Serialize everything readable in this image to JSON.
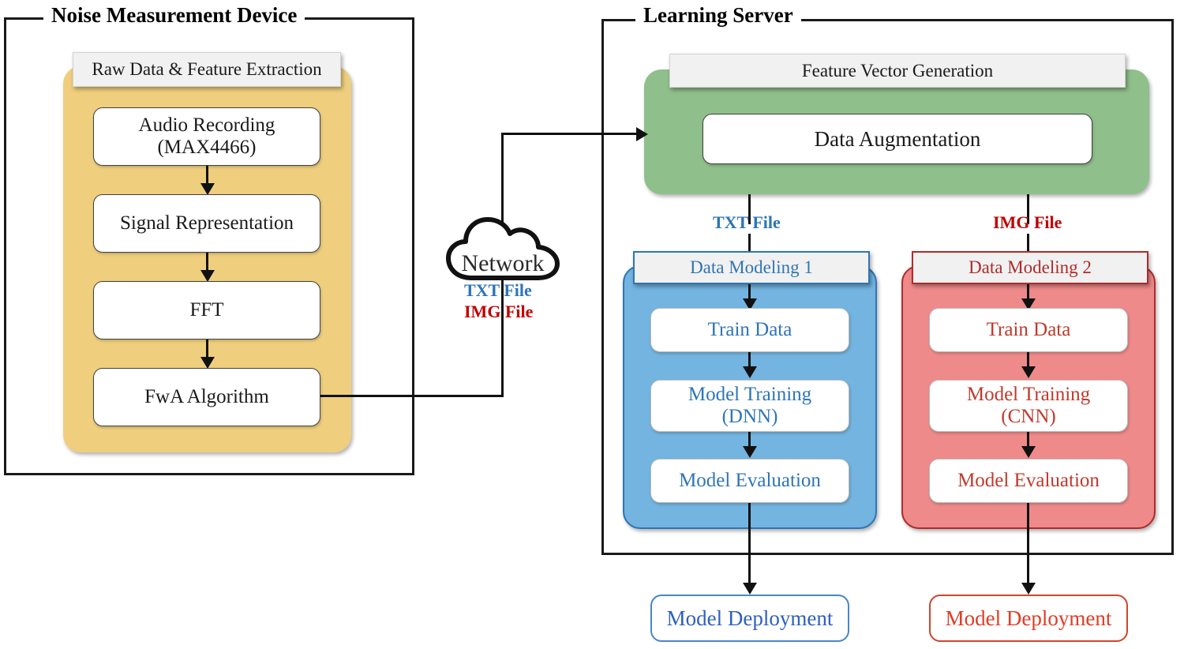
{
  "diagram": {
    "title": "Noise measurement and learning server pipeline",
    "colors": {
      "yellow_panel": "#EFCF7E",
      "green_panel": "#8FBF8B",
      "blue_panel": "#73B4E0",
      "red_panel": "#EF8A8A",
      "blue_text": "#2E75B6",
      "red_text": "#C00000",
      "frame_line": "#1a1a1a"
    }
  },
  "device": {
    "frame_title": "Noise Measurement Device",
    "group_header": "Raw Data & Feature Extraction",
    "steps": [
      {
        "label": "Audio Recording",
        "sub": "(MAX4466)"
      },
      {
        "label": "Signal Representation",
        "sub": ""
      },
      {
        "label": "FFT",
        "sub": ""
      },
      {
        "label": "FwA Algorithm",
        "sub": ""
      }
    ]
  },
  "network": {
    "cloud_label": "Network",
    "file_labels": [
      {
        "text": "TXT File",
        "color": "#2E75B6"
      },
      {
        "text": "IMG File",
        "color": "#C00000"
      }
    ]
  },
  "server": {
    "frame_title": "Learning Server",
    "feature": {
      "header": "Feature Vector Generation",
      "node": "Data Augmentation"
    },
    "branch_labels": {
      "left": "TXT File",
      "right": "IMG File"
    },
    "modeling": [
      {
        "header": "Data Modeling 1",
        "accent": "#2E75B6",
        "steps": [
          {
            "label": "Train Data",
            "sub": ""
          },
          {
            "label": "Model Training",
            "sub": "(DNN)"
          },
          {
            "label": "Model Evaluation",
            "sub": ""
          }
        ],
        "deployment": "Model Deployment"
      },
      {
        "header": "Data Modeling 2",
        "accent": "#C0392B",
        "steps": [
          {
            "label": "Train Data",
            "sub": ""
          },
          {
            "label": "Model Training",
            "sub": "(CNN)"
          },
          {
            "label": "Model Evaluation",
            "sub": ""
          }
        ],
        "deployment": "Model Deployment"
      }
    ]
  }
}
